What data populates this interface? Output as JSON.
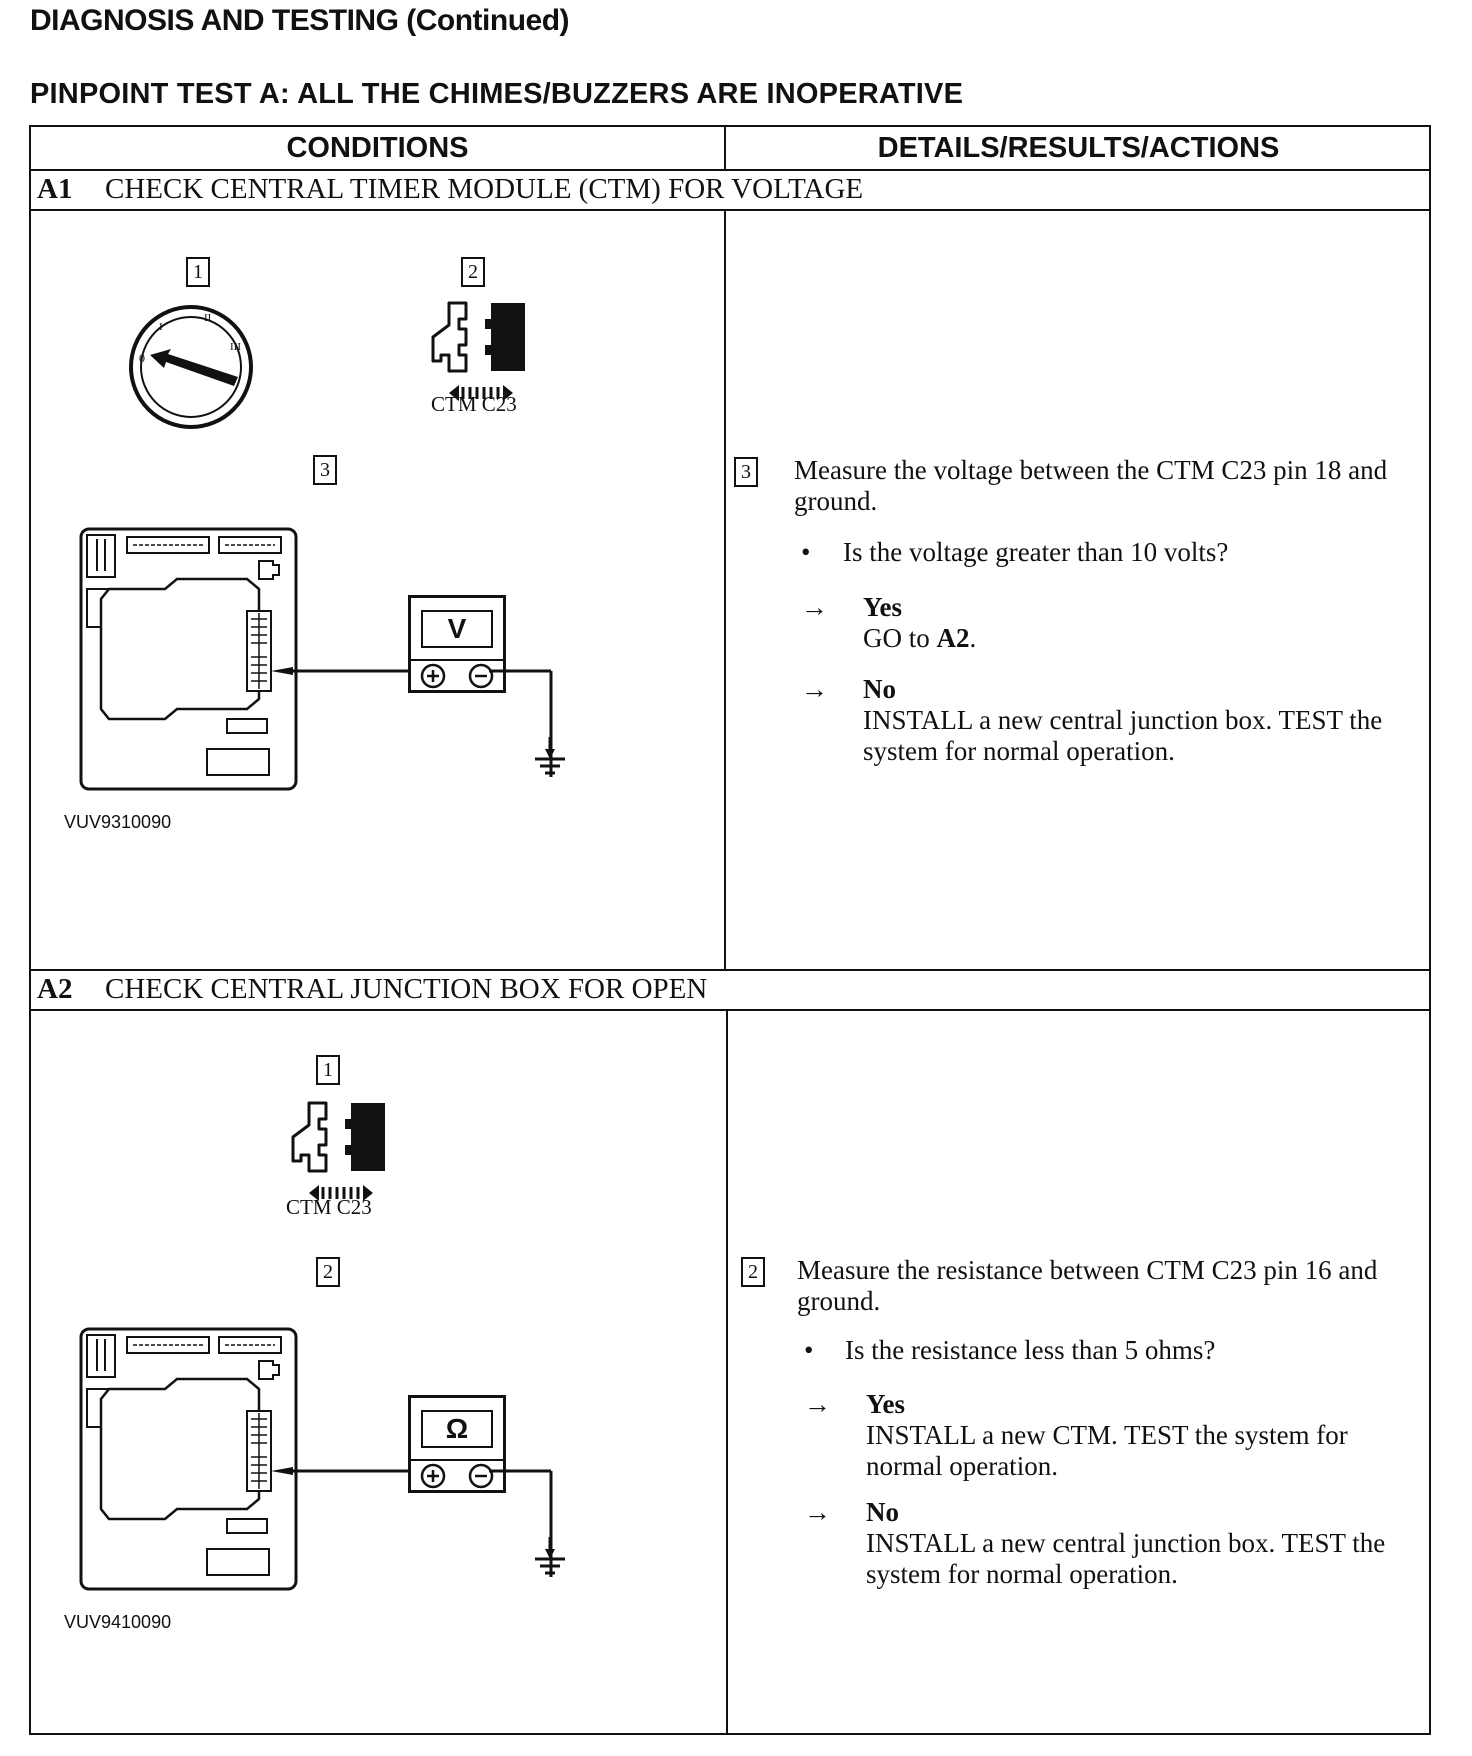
{
  "page_title": "DIAGNOSIS AND TESTING (Continued)",
  "test_title": "PINPOINT TEST A: ALL THE CHIMES/BUZZERS ARE INOPERATIVE",
  "columns": {
    "conditions": "CONDITIONS",
    "details": "DETAILS/RESULTS/ACTIONS"
  },
  "steps": [
    {
      "id": "A1",
      "title": "CHECK CENTRAL TIMER MODULE (CTM) FOR VOLTAGE",
      "fig_labels": [
        "1",
        "2",
        "3"
      ],
      "connector_caption": "CTM C23",
      "meter_symbol": "V",
      "figure_id": "VUV9310090",
      "action_number": "3",
      "action_text": "Measure the voltage between the CTM C23 pin 18 and ground.",
      "question": "Is the voltage greater than 10 volts?",
      "yes_label": "Yes",
      "yes_text_prefix": "GO to ",
      "yes_text_target": "A2",
      "yes_text_suffix": ".",
      "no_label": "No",
      "no_text": "INSTALL a new central junction box. TEST the system for normal operation."
    },
    {
      "id": "A2",
      "title": "CHECK CENTRAL JUNCTION BOX FOR OPEN",
      "fig_labels": [
        "1",
        "2"
      ],
      "connector_caption": "CTM C23",
      "meter_symbol": "Ω",
      "figure_id": "VUV9410090",
      "action_number": "2",
      "action_text": "Measure the resistance between CTM C23 pin 16 and ground.",
      "question": "Is the resistance less than 5 ohms?",
      "yes_label": "Yes",
      "yes_text": "INSTALL a new CTM. TEST the system for normal operation.",
      "no_label": "No",
      "no_text": "INSTALL a new central junction box. TEST the system for normal operation."
    }
  ],
  "symbols": {
    "bullet": "•",
    "arrow": "→"
  },
  "icons": [
    "ignition-switch-icon",
    "connector-disconnect-icon",
    "junction-box-icon",
    "meter-icon",
    "ground-icon"
  ]
}
